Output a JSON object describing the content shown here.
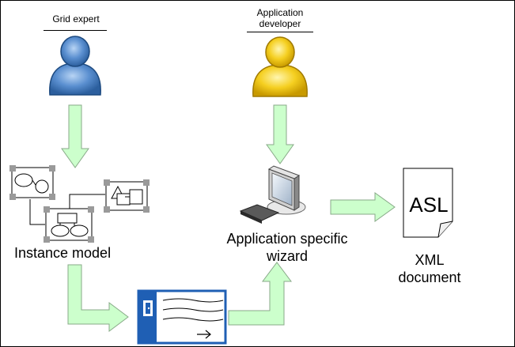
{
  "roles": {
    "grid_expert": "Grid expert",
    "app_developer_line1": "Application",
    "app_developer_line2": "developer"
  },
  "labels": {
    "instance_model": "Instance model",
    "wizard_line1": "Application specific",
    "wizard_line2": "wizard",
    "asl": "ASL",
    "xml_line1": "XML",
    "xml_line2": "document"
  },
  "colors": {
    "arrow_fill": "#ccffcc",
    "arrow_stroke": "#88aa88",
    "person_blue": "#4f7fc0",
    "person_yellow": "#f2c400",
    "doc_panel_blue": "#1f5fb4"
  },
  "icons": [
    "grid-expert-person-icon",
    "app-developer-person-icon",
    "instance-model-icon",
    "computer-icon",
    "document-page-icon",
    "form-document-icon"
  ]
}
